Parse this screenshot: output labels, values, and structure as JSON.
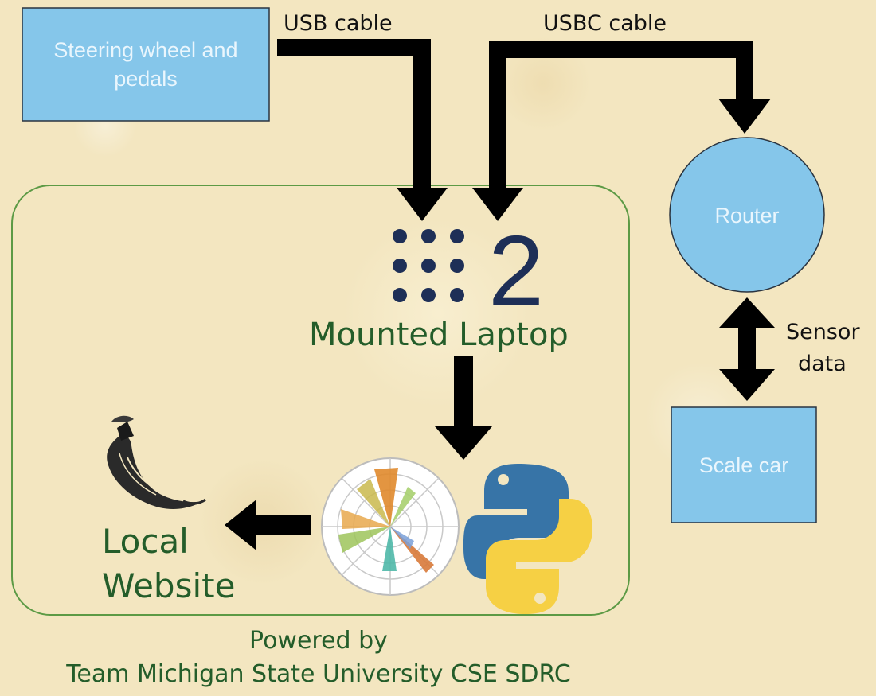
{
  "colors": {
    "box_fill": "#85c6ea",
    "box_stroke": "#2a3440",
    "arrow": "#000000",
    "frame_stroke": "#5c9a45",
    "green_text": "#245d2a",
    "logo_navy": "#1e2f57",
    "background": "#f3e6c0"
  },
  "steering": {
    "label": "Steering wheel and pedals"
  },
  "cables": {
    "usb": "USB cable",
    "usbc": "USBC cable"
  },
  "router": {
    "label": "Router"
  },
  "sensor": {
    "line1": "Sensor",
    "line2": "data"
  },
  "scale_car": {
    "label": "Scale car"
  },
  "laptop": {
    "logo_digit": "2",
    "label": "Mounted Laptop"
  },
  "website": {
    "line1": "Local",
    "line2": "Website"
  },
  "icons": [
    "flask-horn-icon",
    "matplotlib-logo-icon",
    "python-logo-icon",
    "grid-2-logo-icon"
  ],
  "footer": {
    "line1": "Powered by",
    "line2": "Team Michigan State University CSE SDRC"
  }
}
